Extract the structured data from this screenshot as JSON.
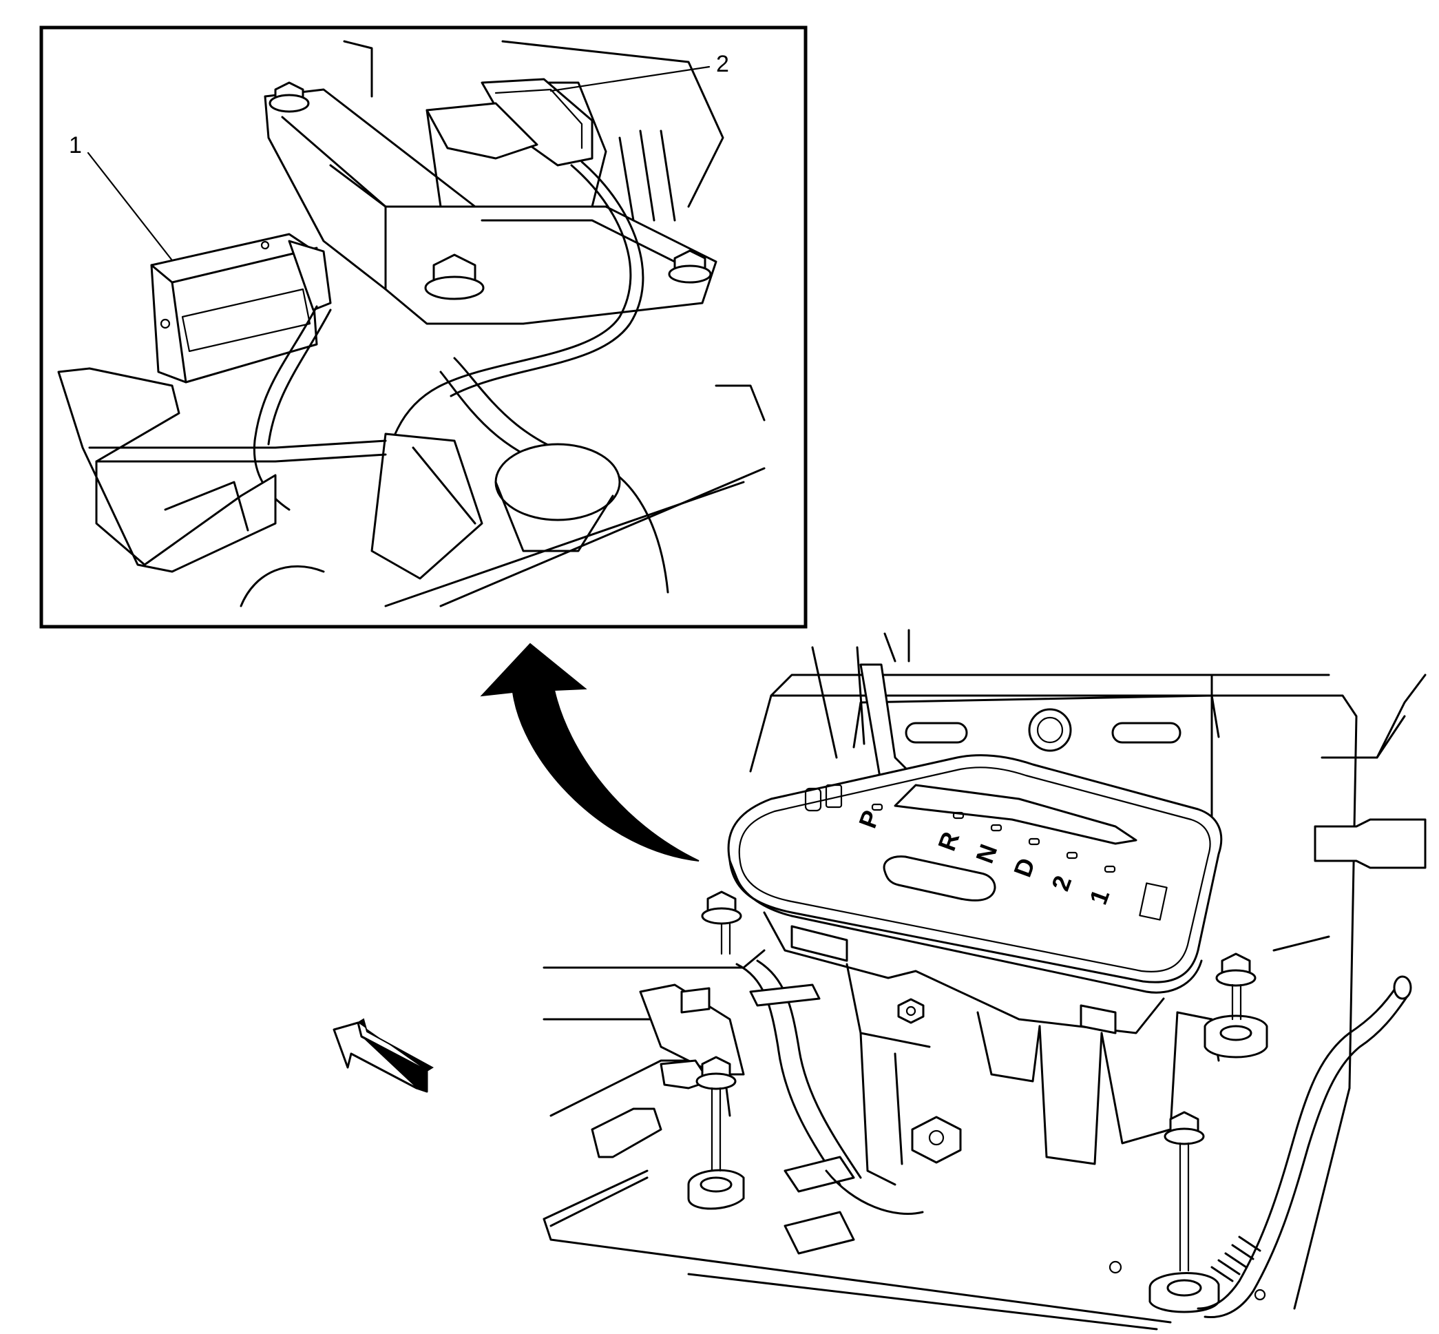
{
  "inset": {
    "callouts": [
      {
        "id": "1",
        "label": "1"
      },
      {
        "id": "2",
        "label": "2"
      }
    ]
  },
  "shifter": {
    "gate_labels": [
      "P",
      "R",
      "N",
      "D",
      "2",
      "1"
    ]
  },
  "icons": {
    "zoom_arrow": "curved-arrow-icon",
    "direction_arrow": "front-direction-arrow-icon",
    "bolt": "bolt-icon",
    "nut": "nut-icon"
  },
  "colors": {
    "line": "#000000",
    "background": "#ffffff"
  }
}
